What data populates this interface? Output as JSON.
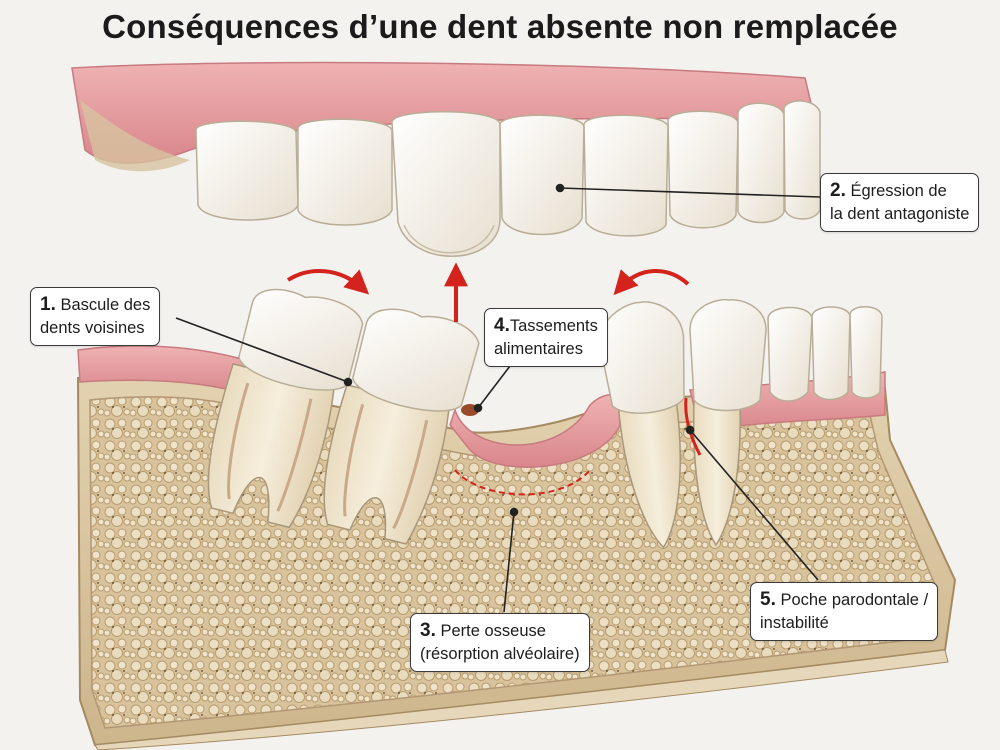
{
  "title": "Conséquences d’une dent absente non remplacée",
  "labels": [
    {
      "num": "1.",
      "line1": "Bascule des",
      "line2": "dents voisines"
    },
    {
      "num": "2.",
      "line1": "Égression de",
      "line2": "la dent antagoniste"
    },
    {
      "num": "3.",
      "line1": "Perte osseuse",
      "line2": "(résorption alvéolaire)"
    },
    {
      "num": "4.",
      "line1": "Tassements",
      "line2": "alimentaires"
    },
    {
      "num": "5.",
      "line1": "Poche parodontale /",
      "line2": "instabilité"
    }
  ],
  "colors": {
    "gum": "#e9a1a4",
    "gum_dark": "#d98489",
    "tooth": "#f6f1e6",
    "bone": "#d9c5a0",
    "arrow": "#d3231c",
    "leader": "#222222"
  }
}
